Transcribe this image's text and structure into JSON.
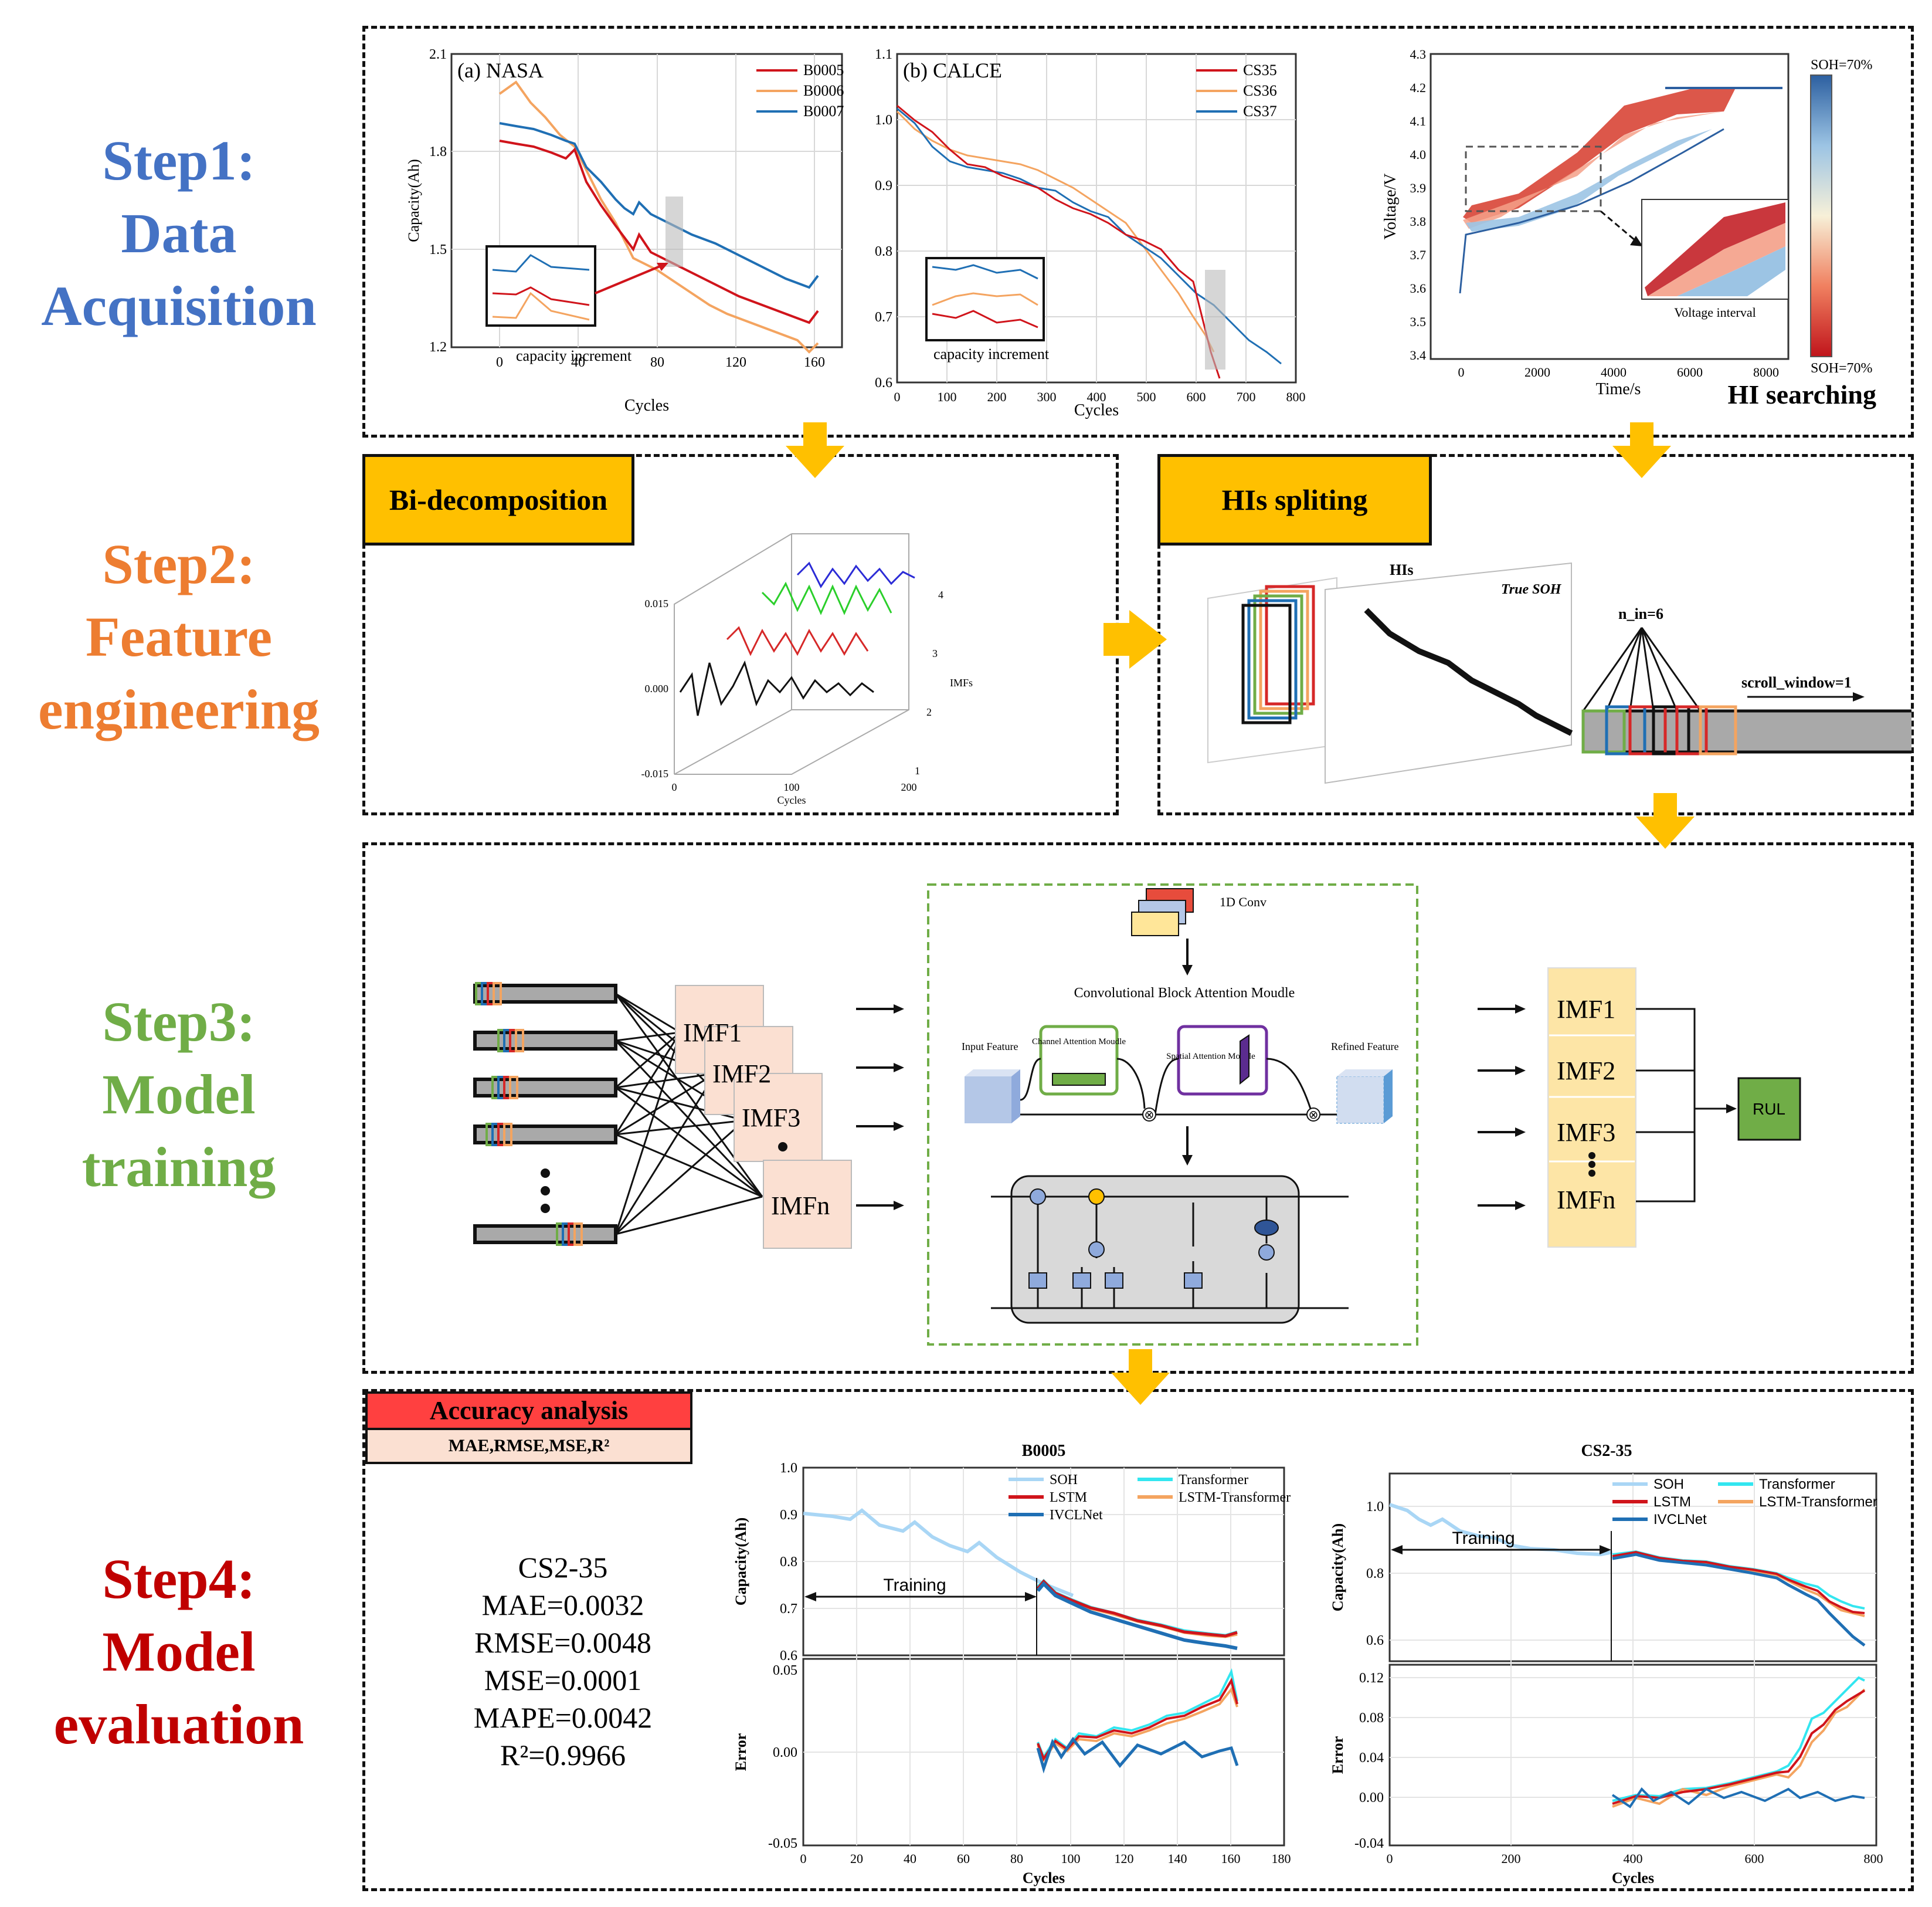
{
  "steps": [
    {
      "line1": "Step1:",
      "line2": "Data",
      "line3": "Acquisition",
      "color": "#4472c4"
    },
    {
      "line1": "Step2:",
      "line2": "Feature",
      "line3": "engineering",
      "color": "#ed7d31"
    },
    {
      "line1": "Step3:",
      "line2": "Model",
      "line3": "training",
      "color": "#70ad47"
    },
    {
      "line1": "Step4:",
      "line2": "Model",
      "line3": "evaluation",
      "color": "#c00000"
    }
  ],
  "step1": {
    "nasa": {
      "tag": "(a) NASA",
      "ylabel": "Capacity(Ah)",
      "xlabel": "Cycles",
      "yticks": [
        "2.1",
        "1.8",
        "1.5",
        "1.2"
      ],
      "xticks": [
        "0",
        "40",
        "80",
        "120",
        "160"
      ],
      "legend": [
        "B0005",
        "B0006",
        "B0007"
      ],
      "inset_label": "capacity increment"
    },
    "calce": {
      "tag": "(b) CALCE",
      "xlabel": "Cycles",
      "yticks": [
        "1.1",
        "1.0",
        "0.9",
        "0.8",
        "0.7",
        "0.6"
      ],
      "xticks": [
        "0",
        "100",
        "200",
        "300",
        "400",
        "500",
        "600",
        "700",
        "800"
      ],
      "legend": [
        "CS35",
        "CS36",
        "CS37"
      ],
      "inset_label": "capacity increment"
    },
    "voltage": {
      "ylabel": "Voltage/V",
      "xlabel": "Time/s",
      "yticks": [
        "4.3",
        "4.2",
        "4.1",
        "4.0",
        "3.9",
        "3.8",
        "3.7",
        "3.6",
        "3.5",
        "3.4"
      ],
      "xticks": [
        "0",
        "2000",
        "4000",
        "6000",
        "8000"
      ],
      "cbar_top": "SOH=70%",
      "cbar_bottom": "SOH=70%",
      "inset_xlabel": "Voltage interval",
      "caption": "HI searching"
    }
  },
  "step2": {
    "bi_label": "Bi-decomposition",
    "his_label": "HIs spliting",
    "imf_plot": {
      "ylabel": "IMFs",
      "xlabel": "Cycles",
      "yticks": [
        "0.015",
        "0.000",
        "-0.015"
      ],
      "xticks": [
        "0",
        "100",
        "200"
      ],
      "ztick_labels": [
        "1",
        "2",
        "3",
        "4"
      ]
    },
    "his_text": "HIs",
    "true_soh": "True SOH",
    "n_in": "n_in=6",
    "scroll": "scroll_window=1"
  },
  "step3": {
    "imf_cards": [
      "IMF1",
      "IMF2",
      "IMF3",
      "IMFn"
    ],
    "conv_label": "1D Conv",
    "cbam_title": "Convolutional Block Attention Moudle",
    "input_feature": "Input Feature",
    "channel": "Channel Attention Moudle",
    "spatial": "Spatial Attention Moudle",
    "refined": "Refined Feature",
    "out_imfs": [
      "IMF1",
      "IMF2",
      "IMF3",
      "IMFn"
    ],
    "rul": "RUL"
  },
  "step4": {
    "acc_title": "Accuracy analysis",
    "acc_sub": "MAE,RMSE,MSE,R²",
    "metrics": [
      "CS2-35",
      "MAE=0.0032",
      "RMSE=0.0048",
      "MSE=0.0001",
      "MAPE=0.0042",
      "R²=0.9966"
    ],
    "chart1": {
      "title": "B0005",
      "ylabel_top": "Capacity(Ah)",
      "ylabel_bottom": "Error",
      "xlabel": "Cycles",
      "yticks_top": [
        "1.0",
        "0.9",
        "0.8",
        "0.7",
        "0.6"
      ],
      "yticks_bottom": [
        "0.05",
        "0.00",
        "-0.05"
      ],
      "xticks": [
        "0",
        "20",
        "40",
        "60",
        "80",
        "100",
        "120",
        "140",
        "160",
        "180"
      ],
      "training": "Training",
      "legend": [
        "SOH",
        "Transformer",
        "LSTM",
        "LSTM-Transformer",
        "IVCLNet"
      ]
    },
    "chart2": {
      "title": "CS2-35",
      "ylabel_top": "Capacity(Ah)",
      "ylabel_bottom": "Error",
      "xlabel": "Cycles",
      "yticks_top": [
        "1.0",
        "0.8",
        "0.6"
      ],
      "yticks_bottom": [
        "0.12",
        "0.08",
        "0.04",
        "0.00",
        "-0.04"
      ],
      "xticks": [
        "0",
        "200",
        "400",
        "600",
        "800"
      ],
      "training": "Training",
      "legend": [
        "SOH",
        "Transformer",
        "LSTM",
        "LSTM-Transformer",
        "IVCLNet"
      ]
    }
  },
  "colors": {
    "arrow": "#ffc000",
    "soh": "#a9d6f5",
    "transformer": "#33e6f0",
    "lstm": "#d0141b",
    "lstm_tf": "#f4a460",
    "ivcl": "#1f6fb4",
    "imf_card": "#fbe0d2",
    "out_imf": "#fde5a6",
    "rul": "#70ad47",
    "acc_red": "#ff4040",
    "acc_pink": "#fbe0d2"
  }
}
